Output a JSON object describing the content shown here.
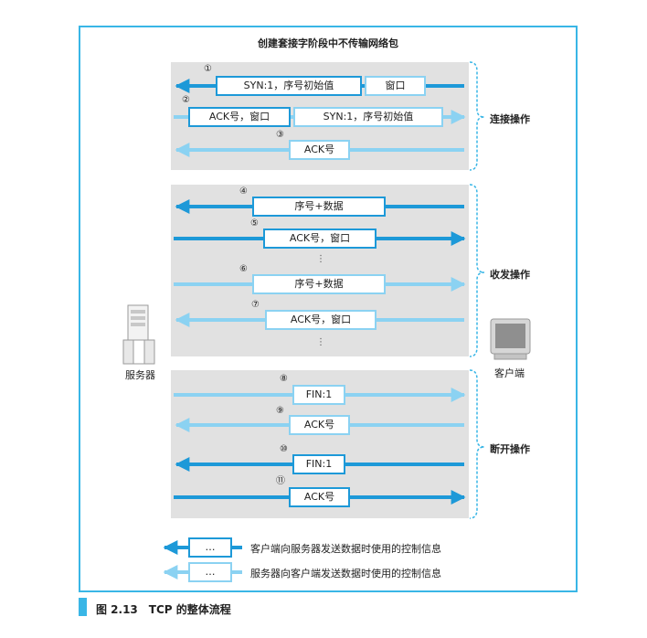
{
  "title": "创建套接字阶段中不传输网络包",
  "figure_caption": "图 2.13　TCP 的整体流程",
  "server_label": "服务器",
  "client_label": "客户端",
  "phases": [
    {
      "label": "连接操作"
    },
    {
      "label": "收发操作"
    },
    {
      "label": "断开操作"
    }
  ],
  "messages": [
    {
      "num": "①",
      "direction": "to-server",
      "boxes": [
        "SYN:1，序号初始值",
        "窗口"
      ]
    },
    {
      "num": "②",
      "direction": "to-client",
      "boxes": [
        "ACK号，窗口",
        "SYN:1，序号初始值"
      ]
    },
    {
      "num": "③",
      "direction": "to-server",
      "boxes": [
        "ACK号"
      ]
    },
    {
      "num": "④",
      "direction": "to-server",
      "boxes": [
        "序号+数据"
      ]
    },
    {
      "num": "⑤",
      "direction": "to-client",
      "boxes": [
        "ACK号，窗口"
      ]
    },
    {
      "num": "⑥",
      "direction": "to-client",
      "boxes": [
        "序号+数据"
      ]
    },
    {
      "num": "⑦",
      "direction": "to-server",
      "boxes": [
        "ACK号，窗口"
      ]
    },
    {
      "num": "⑧",
      "direction": "to-client",
      "boxes": [
        "FIN:1"
      ]
    },
    {
      "num": "⑨",
      "direction": "to-server",
      "boxes": [
        "ACK号"
      ]
    },
    {
      "num": "⑩",
      "direction": "to-server",
      "boxes": [
        "FIN:1"
      ]
    },
    {
      "num": "⑪",
      "direction": "to-client",
      "boxes": [
        "ACK号"
      ]
    }
  ],
  "ellipsis": "⋮",
  "legend": [
    {
      "symbol": "…",
      "text": "客户端向服务器发送数据时使用的控制信息"
    },
    {
      "symbol": "…",
      "text": "服务器向客户端发送数据时使用的控制信息"
    }
  ],
  "colors": {
    "client_to_server": "#1d99d8",
    "server_to_client": "#8bd2f2",
    "frame": "#39b6e6",
    "panel": "#e1e1e1"
  }
}
